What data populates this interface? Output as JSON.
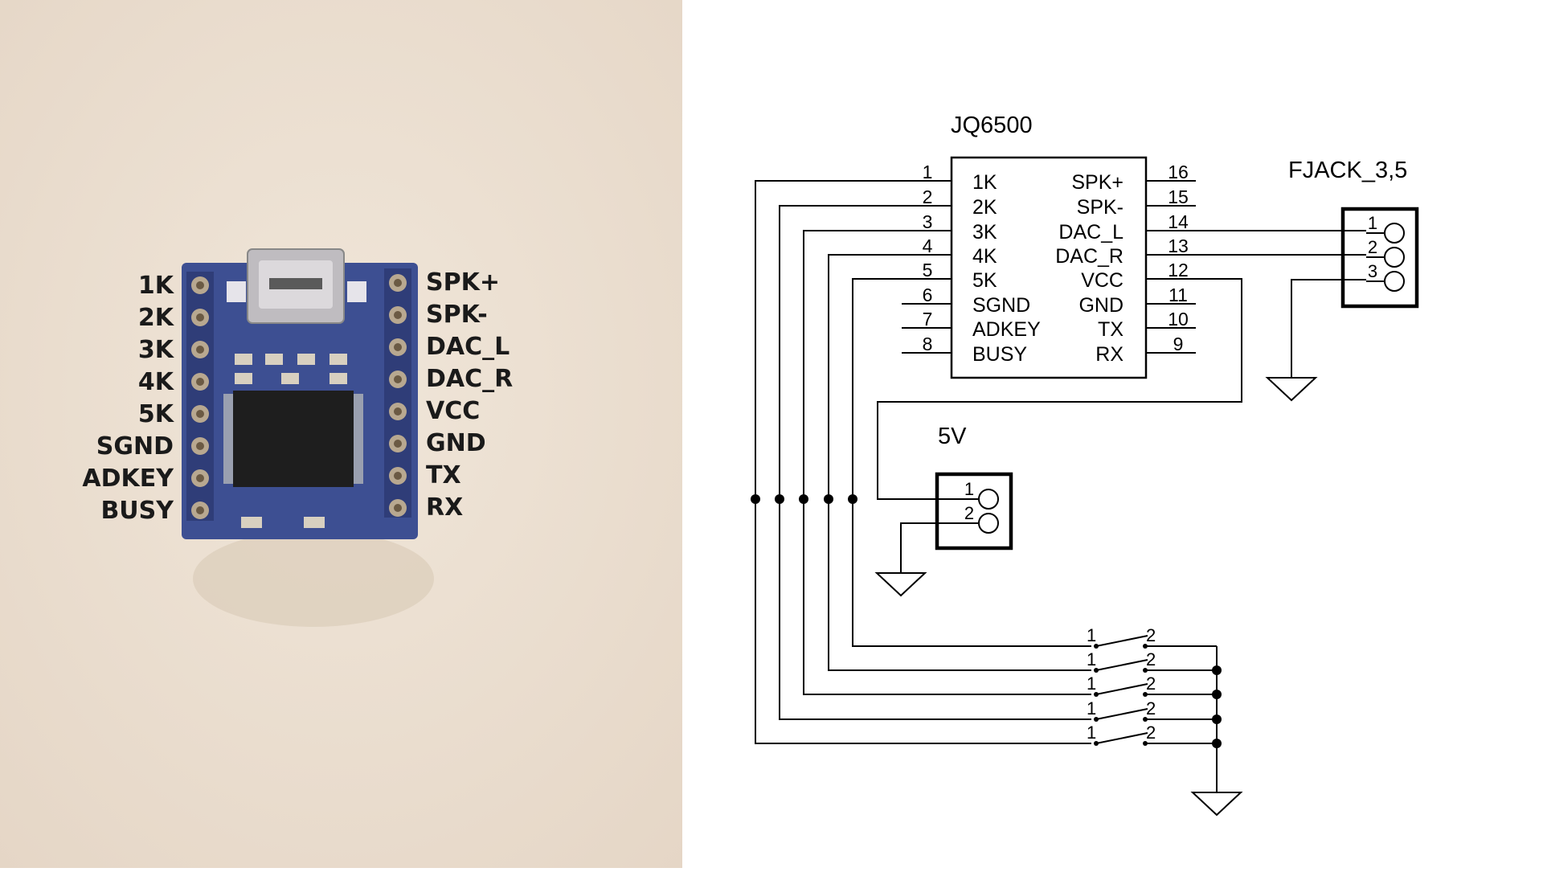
{
  "photo": {
    "background": "#ece0d2",
    "board_color": "#3d4f92",
    "left_labels": [
      "1K",
      "2K",
      "3K",
      "4K",
      "5K",
      "SGND",
      "ADKEY",
      "BUSY"
    ],
    "right_labels": [
      "SPK+",
      "SPK-",
      "DAC_L",
      "DAC_R",
      "VCC",
      "GND",
      "TX",
      "RX"
    ]
  },
  "schematic": {
    "chip": {
      "title": "JQ6500",
      "left_pins": [
        {
          "num": "1",
          "name": "1K"
        },
        {
          "num": "2",
          "name": "2K"
        },
        {
          "num": "3",
          "name": "3K"
        },
        {
          "num": "4",
          "name": "4K"
        },
        {
          "num": "5",
          "name": "5K"
        },
        {
          "num": "6",
          "name": "SGND"
        },
        {
          "num": "7",
          "name": "ADKEY"
        },
        {
          "num": "8",
          "name": "BUSY"
        }
      ],
      "right_pins": [
        {
          "num": "16",
          "name": "SPK+"
        },
        {
          "num": "15",
          "name": "SPK-"
        },
        {
          "num": "14",
          "name": "DAC_L"
        },
        {
          "num": "13",
          "name": "DAC_R"
        },
        {
          "num": "12",
          "name": "VCC"
        },
        {
          "num": "11",
          "name": "GND"
        },
        {
          "num": "10",
          "name": "TX"
        },
        {
          "num": "9",
          "name": "RX"
        }
      ]
    },
    "jack": {
      "title": "FJACK_3,5",
      "pins": [
        "1",
        "2",
        "3"
      ]
    },
    "power": {
      "title": "5V",
      "pins": [
        "1",
        "2"
      ]
    },
    "switch_pin_left": "1",
    "switch_pin_right": "2"
  }
}
